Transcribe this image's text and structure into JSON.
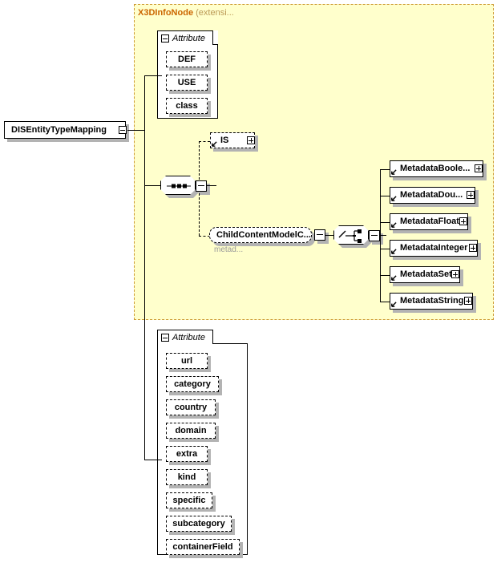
{
  "diagram": {
    "type": "xml-schema-tree",
    "root": {
      "name": "DISEntityTypeMapping",
      "toggle": "minus"
    },
    "extension_panel": {
      "title": "X3DInfoNode",
      "subtitle": "(extensi...",
      "border_color": "#cc9933",
      "background_color": "#ffffcc"
    },
    "attribute_group_top": {
      "label": "Attribute",
      "toggle": "minus",
      "items": [
        {
          "label": "DEF"
        },
        {
          "label": "USE"
        },
        {
          "label": "class"
        }
      ]
    },
    "sequence_compositor": {
      "icon": "sequence-icon",
      "toggle": "minus"
    },
    "sequence_children": [
      {
        "label": "IS",
        "toggle": "plus",
        "style": "dashed"
      },
      {
        "label": "ChildContentModelC...",
        "sublabel": "metad...",
        "toggle": "minus",
        "style": "rounded-dashed"
      }
    ],
    "choice_compositor": {
      "icon": "choice-icon",
      "toggle": "minus"
    },
    "metadata_nodes": [
      {
        "label": "MetadataBoole...",
        "toggle": "plus"
      },
      {
        "label": "MetadataDou...",
        "toggle": "plus"
      },
      {
        "label": "MetadataFloat",
        "toggle": "plus"
      },
      {
        "label": "MetadataInteger",
        "toggle": "plus"
      },
      {
        "label": "MetadataSet",
        "toggle": "plus"
      },
      {
        "label": "MetadataString",
        "toggle": "plus"
      }
    ],
    "attribute_group_bottom": {
      "label": "Attribute",
      "toggle": "minus",
      "items": [
        {
          "label": "url"
        },
        {
          "label": "category"
        },
        {
          "label": "country"
        },
        {
          "label": "domain"
        },
        {
          "label": "extra"
        },
        {
          "label": "kind"
        },
        {
          "label": "specific"
        },
        {
          "label": "subcategory"
        },
        {
          "label": "containerField"
        }
      ]
    }
  }
}
